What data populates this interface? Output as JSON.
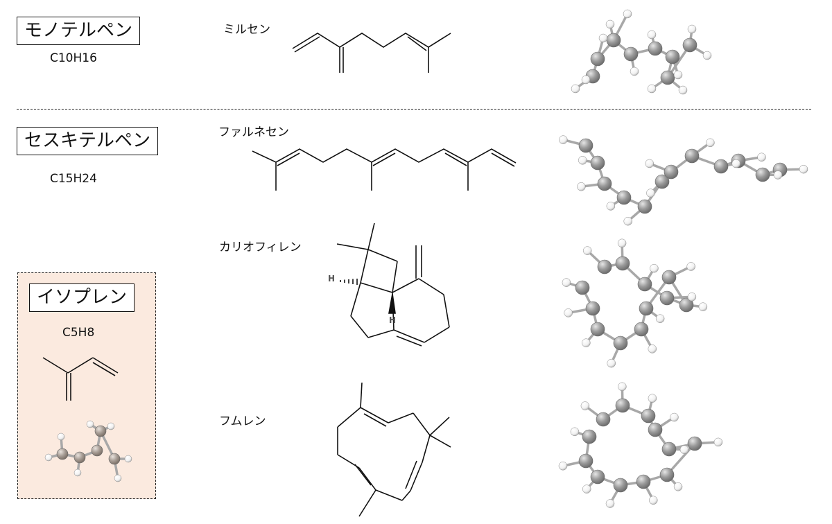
{
  "categories": [
    {
      "id": "monoterpene",
      "title": "モノテルペン",
      "formula": "C10H16"
    },
    {
      "id": "sesquiterpene",
      "title": "セスキテルペン",
      "formula": "C15H24"
    },
    {
      "id": "isoprene",
      "title": "イソプレン",
      "formula": "C5H8"
    }
  ],
  "molecules": [
    {
      "id": "myrcene",
      "name": "ミルセン"
    },
    {
      "id": "farnesene",
      "name": "ファルネセン"
    },
    {
      "id": "caryophyllene",
      "name": "カリオフィレン",
      "stereo_labels": [
        "H",
        "H"
      ]
    },
    {
      "id": "humulene",
      "name": "フムレン"
    }
  ],
  "colors": {
    "isoprene_panel_bg": "#fbeadf",
    "carbon_atom": "#9a9a9a",
    "hydrogen_atom": "#f4f4f4",
    "isoprene_carbon_atom": "#a79d95"
  }
}
